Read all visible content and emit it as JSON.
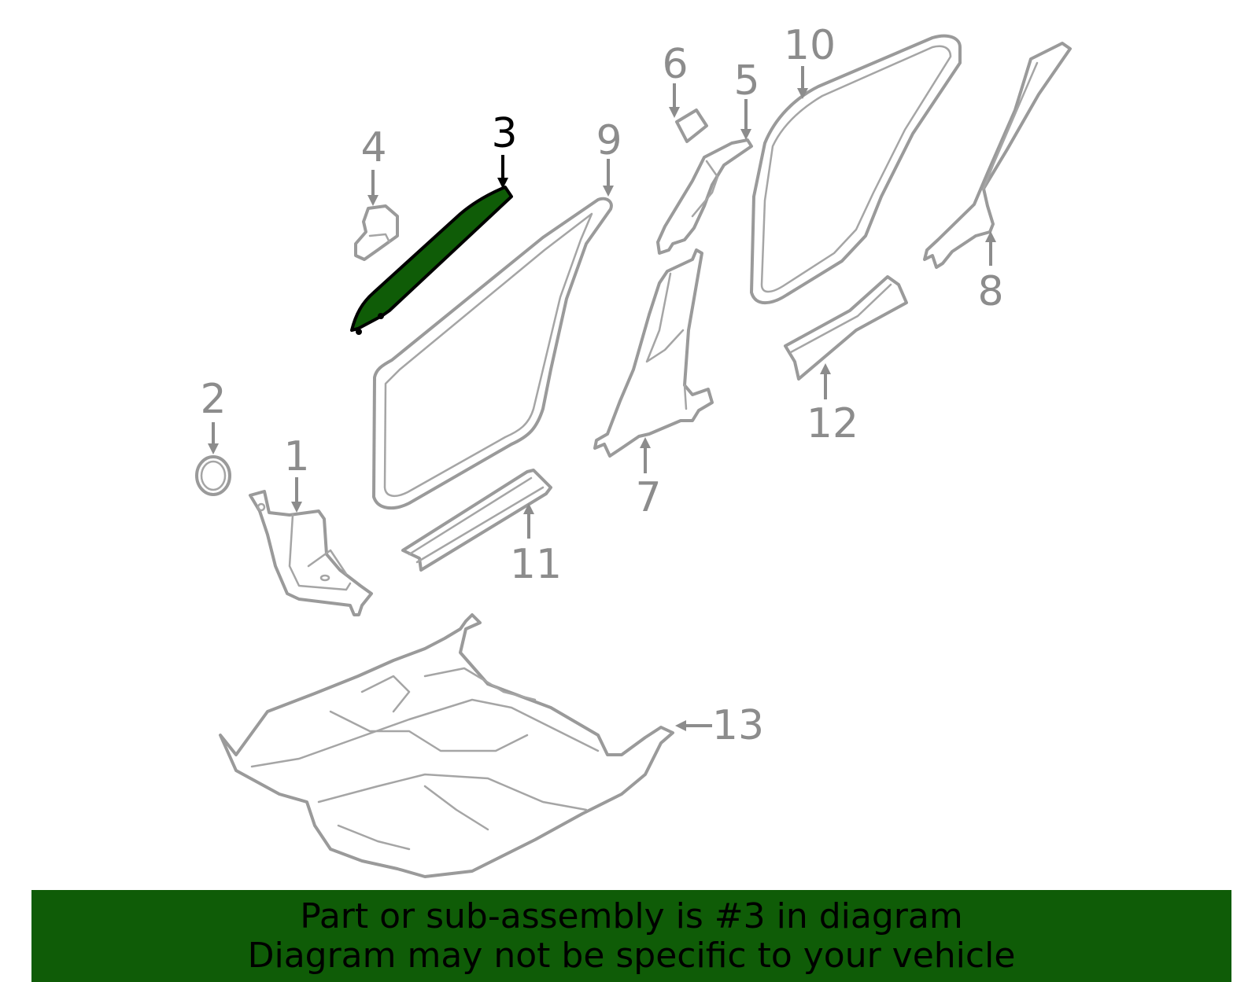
{
  "diagram": {
    "highlighted_part": "3",
    "highlight_color": "#0f5c07",
    "part_color": "#9a9a9a",
    "callouts": [
      "1",
      "2",
      "3",
      "4",
      "5",
      "6",
      "7",
      "8",
      "9",
      "10",
      "11",
      "12",
      "13"
    ]
  },
  "banner": {
    "line1": "Part or sub-assembly is #3 in diagram",
    "line2": "Diagram may not be specific to your vehicle",
    "background": "#0f5c07"
  }
}
